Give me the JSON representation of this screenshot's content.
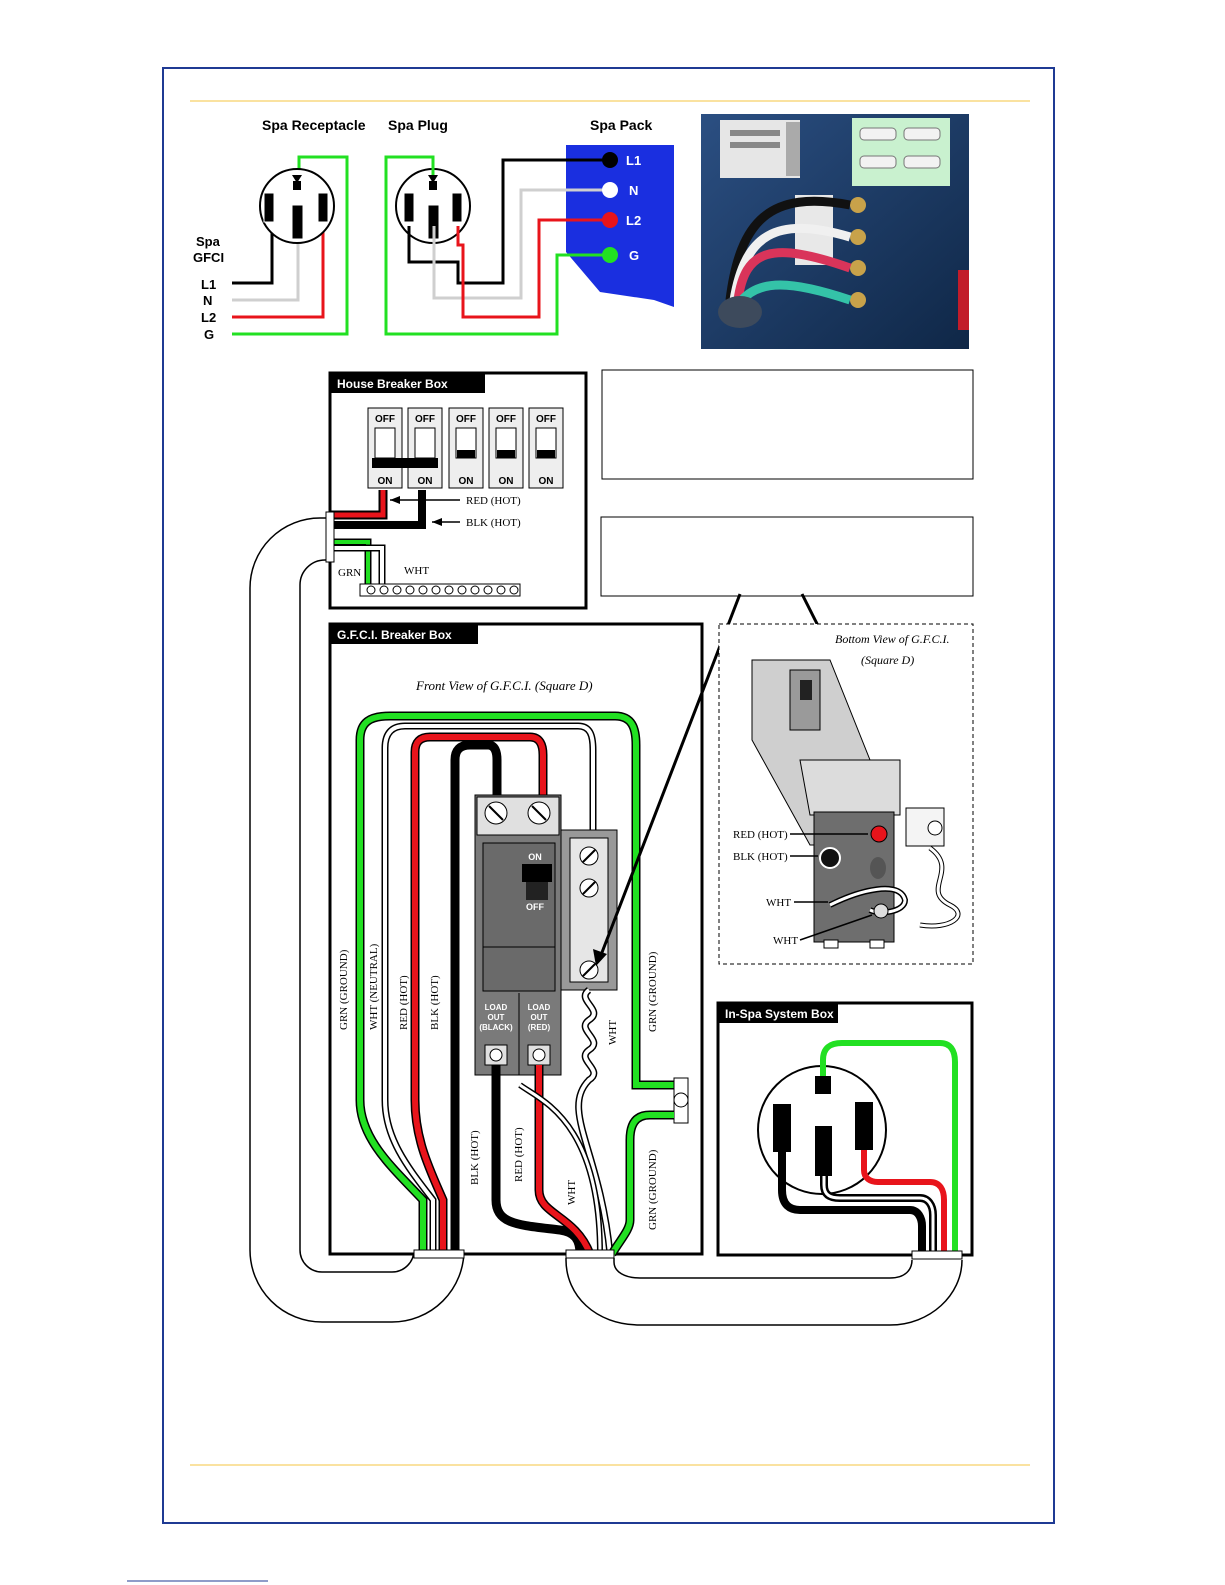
{
  "top_diagram": {
    "spa_receptacle_label": "Spa Receptacle",
    "spa_plug_label": "Spa Plug",
    "spa_pack_label": "Spa Pack",
    "gfci_label_line1": "Spa",
    "gfci_label_line2": "GFCI",
    "gfci_terminals": [
      "L1",
      "N",
      "L2",
      "G"
    ],
    "pack_terminals": [
      "L1",
      "N",
      "L2",
      "G"
    ]
  },
  "house_breaker_box": {
    "title": "House Breaker Box",
    "breakers": [
      {
        "top": "OFF",
        "bottom": "ON"
      },
      {
        "top": "OFF",
        "bottom": "ON"
      },
      {
        "top": "OFF",
        "bottom": "ON"
      },
      {
        "top": "OFF",
        "bottom": "ON"
      },
      {
        "top": "OFF",
        "bottom": "ON"
      }
    ],
    "red_label": "RED (HOT)",
    "blk_label": "BLK (HOT)",
    "grn_label": "GRN",
    "wht_label": "WHT"
  },
  "gfci_breaker_box": {
    "title": "G.F.C.I. Breaker Box",
    "front_view_label": "Front View of G.F.C.I. (Square D)",
    "switch_on": "ON",
    "switch_off": "OFF",
    "load_out_black": [
      "LOAD",
      "OUT",
      "(BLACK)"
    ],
    "load_out_red": [
      "LOAD",
      "OUT",
      "(RED)"
    ],
    "wire_labels": {
      "grn_ground_left": "GRN (GROUND)",
      "wht_neutral": "WHT (NEUTRAL)",
      "red_hot": "RED (HOT)",
      "blk_hot": "BLK (HOT)",
      "wht_pigtail": "WHT",
      "grn_ground_right": "GRN (GROUND)",
      "blk_hot_bottom": "BLK (HOT)",
      "red_hot_bottom": "RED (HOT)",
      "wht_bottom": "WHT",
      "grn_ground_bottom": "GRN (GROUND)"
    }
  },
  "bottom_view": {
    "title_line1": "Bottom View of G.F.C.I.",
    "title_line2": "(Square D)",
    "red_hot": "RED (HOT)",
    "blk_hot": "BLK (HOT)",
    "wht_1": "WHT",
    "wht_2": "WHT"
  },
  "inspa_box": {
    "title": "In-Spa System Box"
  },
  "colors": {
    "frame_border": "#1f3a93",
    "header_rule": "#f5c542",
    "wire_black": "#000000",
    "wire_red": "#e8141b",
    "wire_green": "#22e022",
    "wire_white": "#d8d8d8",
    "spa_pack_blue": "#1a2fe0"
  }
}
